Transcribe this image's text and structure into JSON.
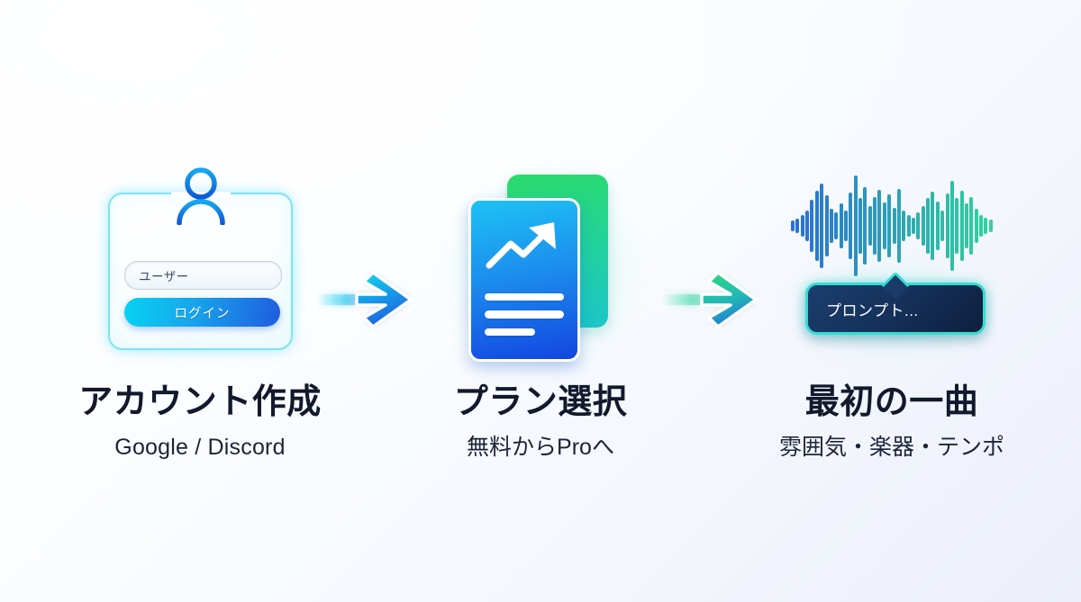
{
  "page": {
    "kind": "onboarding-steps-infographic",
    "background_start": "#ffffff",
    "background_end": "#eceff9"
  },
  "steps": [
    {
      "id": "account",
      "title": "アカウント作成",
      "subtitle": "Google / Discord",
      "icon": "login-card-icon",
      "card": {
        "input_value": "ユーザー",
        "button_label": "ログイン",
        "border_color": "#7fe3ef",
        "button_gradient_from": "#06d3f2",
        "button_gradient_to": "#1f5ce0"
      }
    },
    {
      "id": "plan",
      "title": "プラン選択",
      "subtitle": "無料からProへ",
      "icon": "documents-chart-icon",
      "documents": {
        "back_gradient_from": "#2bda6b",
        "back_gradient_to": "#1bc6c9",
        "front_gradient_from": "#1ec2f5",
        "front_gradient_to": "#1346e0",
        "line_count": 3
      }
    },
    {
      "id": "first-song",
      "title": "最初の一曲",
      "subtitle": "雰囲気・楽器・テンポ",
      "icon": "audio-waveform-icon",
      "bubble": {
        "text": "プロンプト...",
        "background": "#16325d",
        "border_color": "#36dcd2"
      },
      "waveform": {
        "bar_color_start": "#2a6fd4",
        "bar_color_end": "#2fd49a",
        "bar_heights": [
          10,
          14,
          22,
          30,
          52,
          70,
          84,
          60,
          34,
          26,
          44,
          30,
          66,
          100,
          56,
          76,
          40,
          58,
          72,
          46,
          62,
          36,
          74,
          30,
          22,
          16,
          26,
          40,
          56,
          68,
          48,
          30,
          64,
          90,
          56,
          70,
          44,
          58,
          34,
          22,
          16,
          12
        ]
      }
    }
  ],
  "arrows": [
    {
      "id": "arrow-1",
      "gradient_from": "#0fd9f0",
      "gradient_to": "#1f63e0"
    },
    {
      "id": "arrow-2",
      "gradient_from": "#2ad97f",
      "gradient_to": "#1f78d8"
    }
  ]
}
